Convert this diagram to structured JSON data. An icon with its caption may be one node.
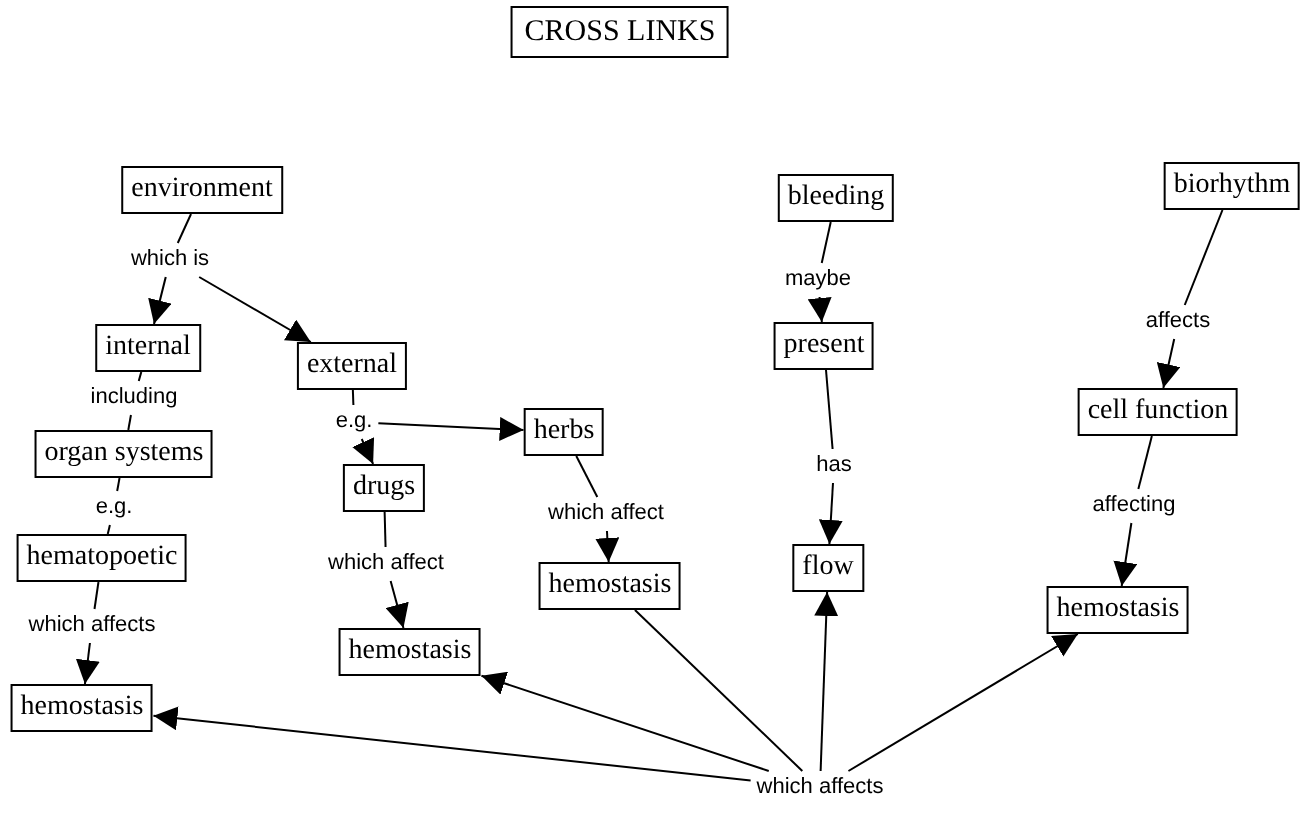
{
  "diagram": {
    "title": "CROSS LINKS",
    "nodes": [
      {
        "text": [
          "environment"
        ]
      },
      {
        "text": [
          "which is"
        ]
      },
      {
        "text": [
          "internal"
        ]
      },
      {
        "text": [
          "external"
        ]
      },
      {
        "text": [
          "including"
        ]
      },
      {
        "text": [
          "organ systems"
        ]
      },
      {
        "text": [
          "e.g."
        ]
      },
      {
        "text": [
          "hematopoetic"
        ]
      },
      {
        "text": [
          "which affects"
        ]
      },
      {
        "text": [
          "hemostasis"
        ]
      },
      {
        "text": [
          "e.g."
        ]
      },
      {
        "text": [
          "drugs"
        ]
      },
      {
        "text": [
          "herbs"
        ]
      },
      {
        "text": [
          "which affect"
        ]
      },
      {
        "text": [
          "hemostasis"
        ]
      },
      {
        "text": [
          "which affect"
        ]
      },
      {
        "text": [
          "hemostasis"
        ]
      },
      {
        "text": [
          "bleeding"
        ]
      },
      {
        "text": [
          "maybe"
        ]
      },
      {
        "text": [
          "present"
        ]
      },
      {
        "text": [
          "has"
        ]
      },
      {
        "text": [
          "flow"
        ]
      },
      {
        "text": [
          "biorhythm"
        ]
      },
      {
        "text": [
          "affects"
        ]
      },
      {
        "text": [
          "cell function"
        ]
      },
      {
        "text": [
          "affecting"
        ]
      },
      {
        "text": [
          "hemostasis"
        ]
      },
      {
        "text": [
          "which affects"
        ]
      }
    ],
    "edges": [
      {
        "from": 0,
        "to": 1,
        "arrow": "none"
      },
      {
        "from": 1,
        "to": 2,
        "arrow": "to"
      },
      {
        "from": 1,
        "to": 3,
        "arrow": "to"
      },
      {
        "from": 2,
        "to": 4,
        "arrow": "none"
      },
      {
        "from": 4,
        "to": 5,
        "arrow": "none"
      },
      {
        "from": 5,
        "to": 6,
        "arrow": "none"
      },
      {
        "from": 6,
        "to": 7,
        "arrow": "none"
      },
      {
        "from": 7,
        "to": 8,
        "arrow": "none"
      },
      {
        "from": 8,
        "to": 9,
        "arrow": "to"
      },
      {
        "from": 3,
        "to": 10,
        "arrow": "none"
      },
      {
        "from": 10,
        "to": 11,
        "arrow": "to"
      },
      {
        "from": 10,
        "to": 12,
        "arrow": "to"
      },
      {
        "from": 11,
        "to": 13,
        "arrow": "none"
      },
      {
        "from": 13,
        "to": 14,
        "arrow": "to"
      },
      {
        "from": 12,
        "to": 15,
        "arrow": "none"
      },
      {
        "from": 15,
        "to": 16,
        "arrow": "to"
      },
      {
        "from": 17,
        "to": 18,
        "arrow": "none"
      },
      {
        "from": 18,
        "to": 19,
        "arrow": "to"
      },
      {
        "from": 19,
        "to": 20,
        "arrow": "none"
      },
      {
        "from": 20,
        "to": 21,
        "arrow": "to"
      },
      {
        "from": 22,
        "to": 23,
        "arrow": "none"
      },
      {
        "from": 23,
        "to": 24,
        "arrow": "to"
      },
      {
        "from": 24,
        "to": 25,
        "arrow": "none"
      },
      {
        "from": 25,
        "to": 26,
        "arrow": "to"
      },
      {
        "from": 16,
        "to": 27,
        "arrow": "none"
      },
      {
        "from": 27,
        "to": 9,
        "arrow": "to"
      },
      {
        "from": 27,
        "to": 14,
        "arrow": "to"
      },
      {
        "from": 27,
        "to": 21,
        "arrow": "to"
      },
      {
        "from": 27,
        "to": 26,
        "arrow": "to"
      }
    ]
  }
}
